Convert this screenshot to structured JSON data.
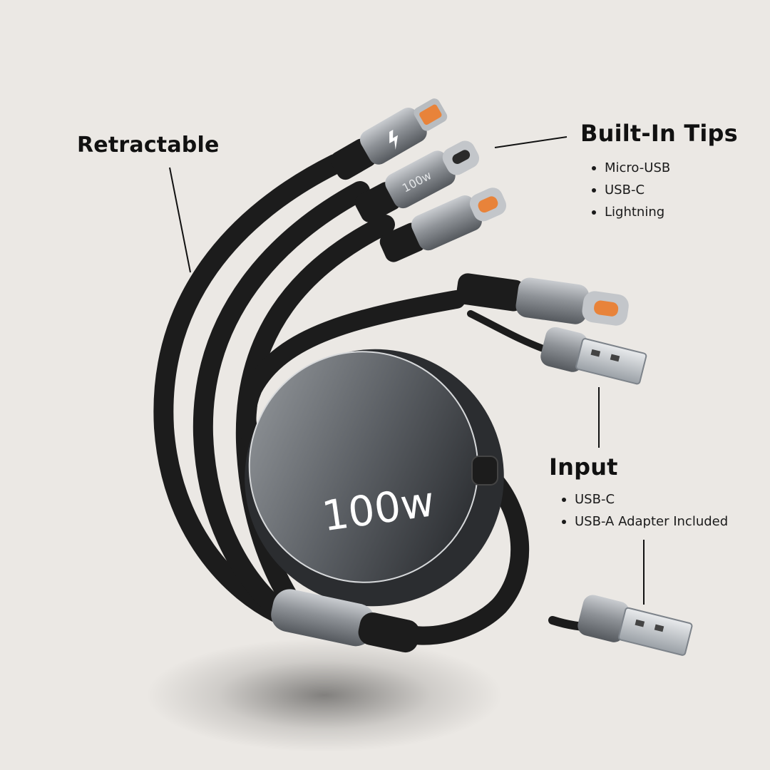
{
  "labels": {
    "retractable": "Retractable",
    "builtin_tips": {
      "title": "Built-In Tips",
      "items": [
        "Micro-USB",
        "USB-C",
        "Lightning"
      ]
    },
    "input": {
      "title": "Input",
      "items": [
        "USB-C",
        "USB-A Adapter Included"
      ]
    }
  },
  "product": {
    "hub_power_label": "100w",
    "tip_power_label": "100w"
  },
  "colors": {
    "background": "#ebe8e4",
    "cable": "#1c1c1c",
    "metal": "#8d9196",
    "connector_tip_orange": "#e8833a"
  }
}
